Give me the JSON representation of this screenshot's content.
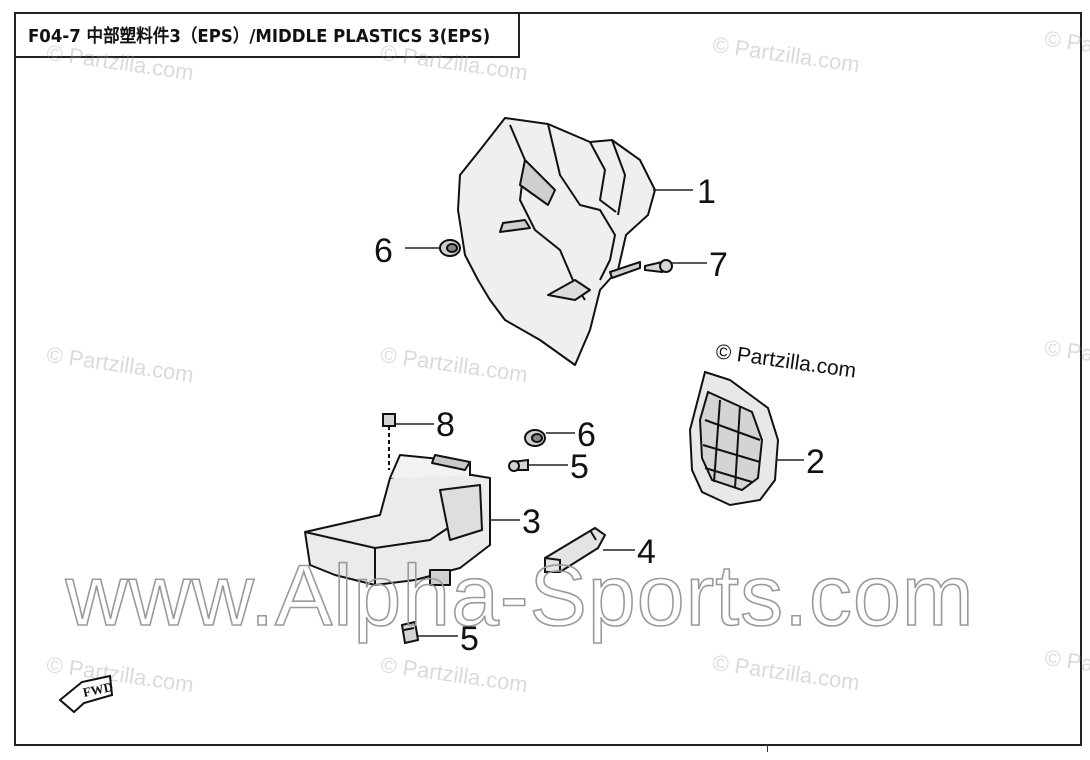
{
  "title": "F04-7 中部塑料件3（EPS）/MIDDLE PLASTICS 3(EPS)",
  "watermark_main": "© Partzilla.com",
  "watermark_repeat": "© Partzilla.com",
  "big_watermark": "www.Alpha-Sports.com",
  "fwd_label": "FWD",
  "callouts": {
    "c1": "1",
    "c2": "2",
    "c3": "3",
    "c4": "4",
    "c5a": "5",
    "c5b": "5",
    "c6a": "6",
    "c6b": "6",
    "c7": "7",
    "c8": "8"
  }
}
